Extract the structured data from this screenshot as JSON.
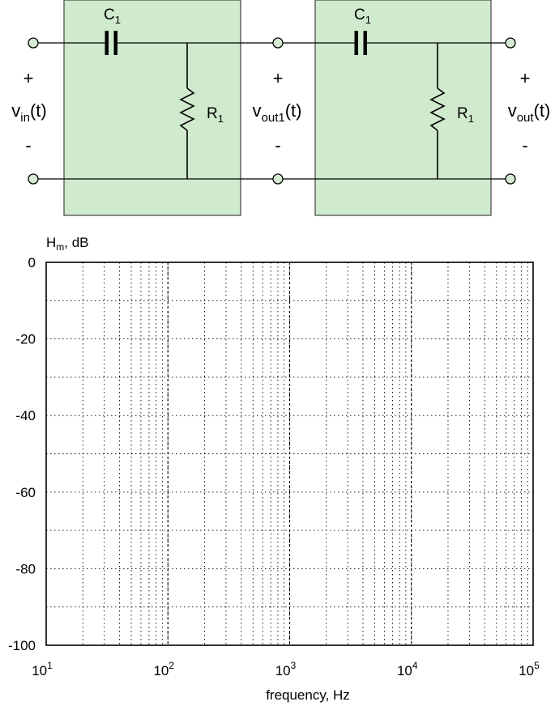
{
  "circuit": {
    "stages": [
      {
        "capacitor": {
          "symbol": "C",
          "subscript": "1"
        },
        "resistor": {
          "symbol": "R",
          "subscript": "1"
        }
      },
      {
        "capacitor": {
          "symbol": "C",
          "subscript": "1"
        },
        "resistor": {
          "symbol": "R",
          "subscript": "1"
        }
      }
    ],
    "ports": [
      {
        "plus": "+",
        "minus": "-",
        "base": "v",
        "subscript": "in",
        "suffix": "(t)"
      },
      {
        "plus": "+",
        "minus": "-",
        "base": "v",
        "subscript": "out1",
        "suffix": "(t)"
      },
      {
        "plus": "+",
        "minus": "-",
        "base": "v",
        "subscript": "out",
        "suffix": "(t)"
      }
    ],
    "colors": {
      "stage_fill": "#cfeacd",
      "stage_border": "#444444",
      "terminal_fill": "#d4ecd2"
    }
  },
  "chart_data": {
    "type": "line",
    "series": [],
    "y_title": {
      "base": "H",
      "subscript": "m",
      "suffix": ", dB"
    },
    "xlabel": "frequency, Hz",
    "x_scale": "log",
    "xlim": [
      10,
      100000
    ],
    "ylim": [
      -100,
      0
    ],
    "x_ticks": [
      {
        "base": "10",
        "exp": "1"
      },
      {
        "base": "10",
        "exp": "2"
      },
      {
        "base": "10",
        "exp": "3"
      },
      {
        "base": "10",
        "exp": "4"
      },
      {
        "base": "10",
        "exp": "5"
      }
    ],
    "y_ticks": [
      "0",
      "-20",
      "-40",
      "-60",
      "-80",
      "-100"
    ],
    "y_tick_values": [
      0,
      -20,
      -40,
      -60,
      -80,
      -100
    ],
    "y_minor_step": 10,
    "grid": true
  }
}
